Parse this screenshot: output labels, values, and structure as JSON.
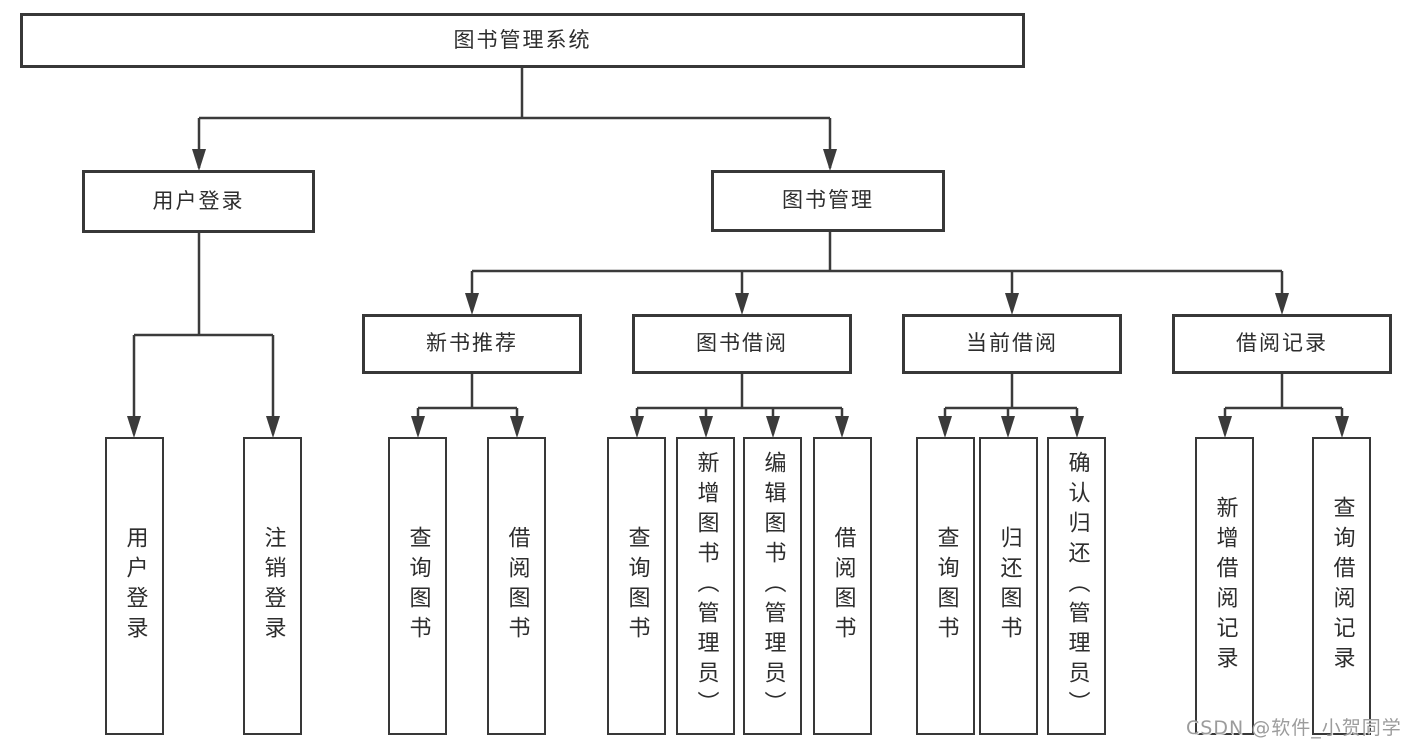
{
  "nodes": {
    "root": {
      "label": "图书管理系统"
    },
    "user_login": {
      "label": "用户登录"
    },
    "book_mgmt": {
      "label": "图书管理"
    },
    "new_book_rec": {
      "label": "新书推荐"
    },
    "book_borrow": {
      "label": "图书借阅"
    },
    "current_borrow": {
      "label": "当前借阅"
    },
    "borrow_record": {
      "label": "借阅记录"
    },
    "leaf_user_login": {
      "label": "用户登录"
    },
    "leaf_logout": {
      "label": "注销登录"
    },
    "leaf_rec_query": {
      "label": "查询图书"
    },
    "leaf_rec_borrow": {
      "label": "借阅图书"
    },
    "leaf_bor_query": {
      "label": "查询图书"
    },
    "leaf_bor_add": {
      "label": "新增图书（管理员）"
    },
    "leaf_bor_edit": {
      "label": "编辑图书（管理员）"
    },
    "leaf_bor_borrow": {
      "label": "借阅图书"
    },
    "leaf_cur_query": {
      "label": "查询图书"
    },
    "leaf_cur_return": {
      "label": "归还图书"
    },
    "leaf_cur_confirm": {
      "label": "确认归还（管理员）"
    },
    "leaf_log_add": {
      "label": "新增借阅记录"
    },
    "leaf_log_query": {
      "label": "查询借阅记录"
    }
  },
  "watermark": {
    "text": "CSDN @软件_小贺同学"
  },
  "colors": {
    "line": "#3b3b3b",
    "box_border": "#383838",
    "text": "#2d2d2d",
    "background": "#ffffff",
    "watermark": "#9c9c9c"
  }
}
